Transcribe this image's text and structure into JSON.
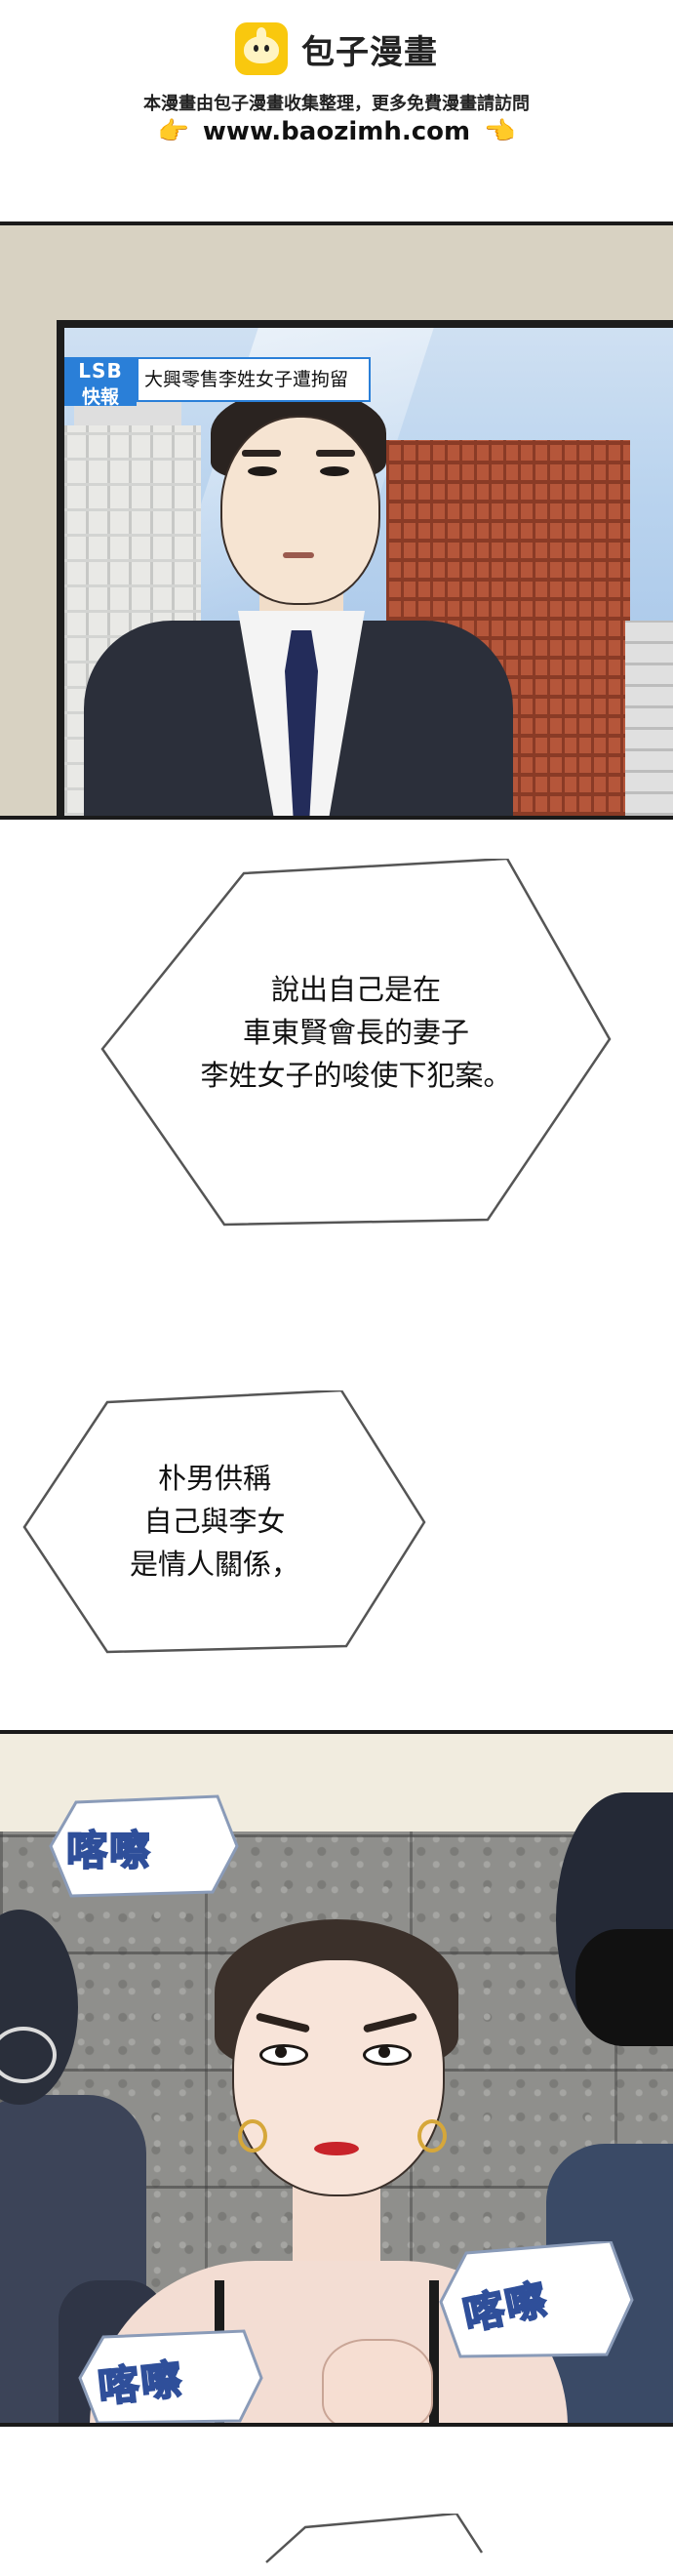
{
  "watermark": {
    "brand_name": "包子漫畫",
    "logo_icon": "bun-mascot-icon",
    "tagline": "本漫畫由包子漫畫收集整理，更多免費漫畫請訪問",
    "site_url": "www.baozimh.com",
    "hand_icon": "pointing-hand-icon",
    "hand_left": "👉",
    "hand_right": "👈",
    "accent_color": "#f9c80e"
  },
  "panel1": {
    "news_tag_line1": "LSB",
    "news_tag_line2": "快報",
    "news_headline": "大興零售李姓女子遭拘留",
    "tag_color": "#2a7fd8"
  },
  "caption1": {
    "lines": [
      "說出自己是在",
      "車東賢會長的妻子",
      "李姓女子的唆使下犯案。"
    ]
  },
  "caption2": {
    "lines": [
      "朴男供稱",
      "自己與李女",
      "是情人關係，"
    ]
  },
  "panel2": {
    "sfx": [
      "喀嚓",
      "喀嚓",
      "喀嚓"
    ],
    "sfx_color": "#2f4f9a"
  }
}
